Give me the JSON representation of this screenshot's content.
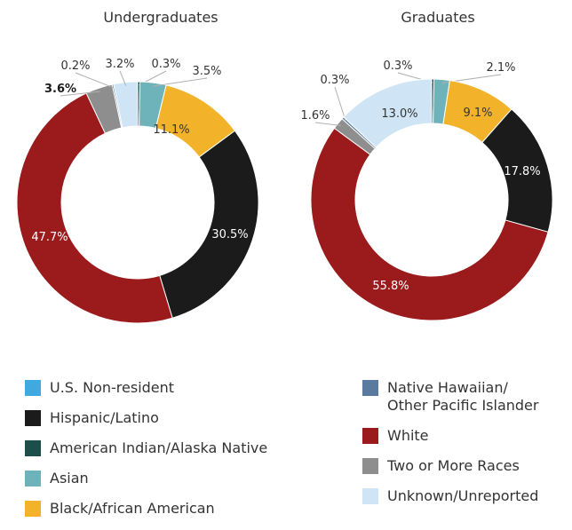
{
  "colors": {
    "us_nonresident": "#3fa9e0",
    "hispanic_latino": "#1b1b1b",
    "american_indian": "#1c4f4c",
    "asian": "#6db3b9",
    "black_african_american": "#f2b32b",
    "native_hawaiian": "#5b7aa0",
    "white": "#9b1a1c",
    "two_or_more": "#8e8e8e",
    "unknown": "#cfe5f5"
  },
  "legend": {
    "left": [
      {
        "key": "us_nonresident",
        "label": "U.S. Non-resident"
      },
      {
        "key": "hispanic_latino",
        "label": "Hispanic/Latino"
      },
      {
        "key": "american_indian",
        "label": "American Indian/Alaska Native"
      },
      {
        "key": "asian",
        "label": "Asian"
      },
      {
        "key": "black_african_american",
        "label": "Black/African American"
      }
    ],
    "right": [
      {
        "key": "native_hawaiian",
        "label": "Native Hawaiian/\nOther Pacific Islander"
      },
      {
        "key": "white",
        "label": "White"
      },
      {
        "key": "two_or_more",
        "label": "Two or More Races"
      },
      {
        "key": "unknown",
        "label": "Unknown/Unreported"
      }
    ]
  },
  "chart_data": [
    {
      "type": "pie",
      "title": "Undergraduates",
      "slices": [
        {
          "key": "american_indian",
          "value": 0.3,
          "label": "0.3%"
        },
        {
          "key": "asian",
          "value": 3.5,
          "label": "3.5%"
        },
        {
          "key": "black_african_american",
          "value": 11.1,
          "label": "11.1%"
        },
        {
          "key": "hispanic_latino",
          "value": 30.5,
          "label": "30.5%"
        },
        {
          "key": "white",
          "value": 47.7,
          "label": "47.7%"
        },
        {
          "key": "two_or_more",
          "value": 3.6,
          "label": "3.6%"
        },
        {
          "key": "native_hawaiian",
          "value": 0.2,
          "label": "0.2%"
        },
        {
          "key": "unknown",
          "value": 3.2,
          "label": "3.2%"
        }
      ]
    },
    {
      "type": "pie",
      "title": "Graduates",
      "slices": [
        {
          "key": "american_indian",
          "value": 0.3,
          "label": "0.3%"
        },
        {
          "key": "asian",
          "value": 2.1,
          "label": "2.1%"
        },
        {
          "key": "black_african_american",
          "value": 9.1,
          "label": "9.1%"
        },
        {
          "key": "hispanic_latino",
          "value": 17.8,
          "label": "17.8%"
        },
        {
          "key": "white",
          "value": 55.8,
          "label": "55.8%"
        },
        {
          "key": "two_or_more",
          "value": 1.6,
          "label": "1.6%"
        },
        {
          "key": "native_hawaiian",
          "value": 0.3,
          "label": "0.3%"
        },
        {
          "key": "unknown",
          "value": 13.0,
          "label": "13.0%"
        }
      ]
    }
  ]
}
